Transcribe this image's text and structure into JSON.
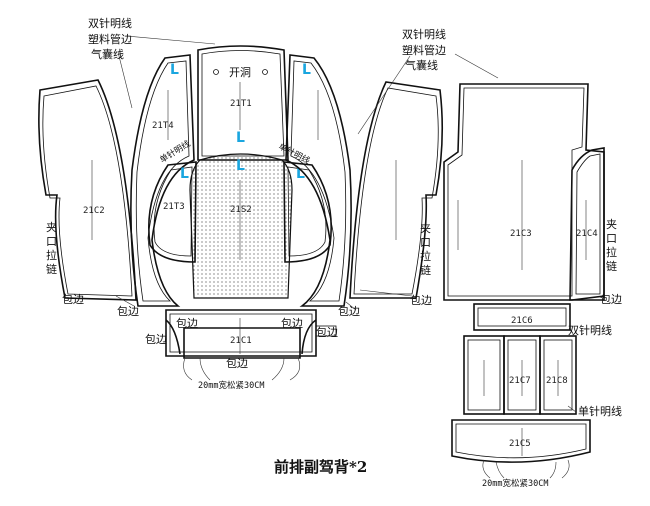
{
  "title": "前排副驾背*2",
  "labels": {
    "double_line": "双针明线",
    "plastic_edge": "塑料管边",
    "airbag_line": "气囊线",
    "opening": "开洞",
    "zipper": [
      "夹",
      "口",
      "拉",
      "链"
    ],
    "binding": "包边",
    "single_line": "单针明线",
    "elastic": "20mm宽松紧30CM",
    "L": "L"
  },
  "codes": {
    "c2": "21C2",
    "t4": "21T4",
    "t1": "21T1",
    "t3": "21T3",
    "s2": "21S2",
    "c1": "21C1",
    "c3": "21C3",
    "c4": "21C4",
    "c6": "21C6",
    "c7": "21C7",
    "c8": "21C8",
    "c5": "21C5"
  }
}
